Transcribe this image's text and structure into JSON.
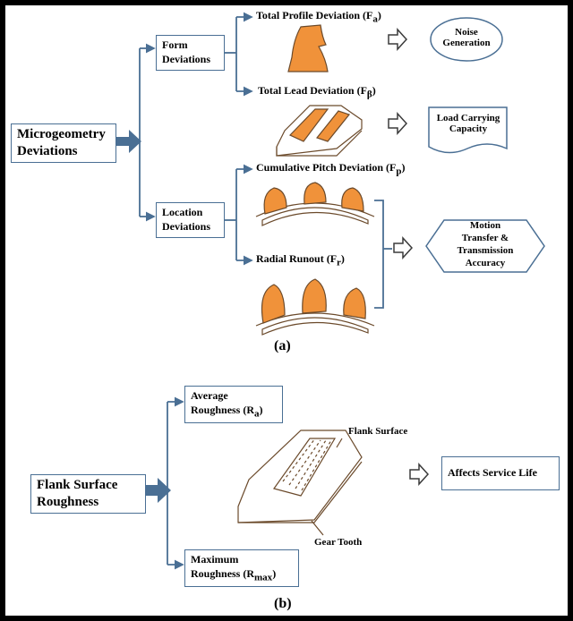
{
  "part_a": {
    "root": [
      "Microgeometry",
      "Deviations"
    ],
    "form": [
      "Form",
      "Deviations"
    ],
    "location": [
      "Location",
      "Deviations"
    ],
    "total_profile": "Total Profile Deviation (F",
    "total_profile_sub": "a",
    "total_lead": "Total Lead Deviation (F",
    "total_lead_sub": "β",
    "cumulative_pitch": "Cumulative Pitch Deviation (F",
    "cumulative_pitch_sub": "p",
    "radial_runout": "Radial Runout (F",
    "radial_runout_sub": "r",
    "close_paren": ")",
    "noise": [
      "Noise",
      "Generation"
    ],
    "load": [
      "Load Carrying",
      "Capacity"
    ],
    "motion": [
      "Motion",
      "Transfer &",
      "Transmission",
      "Accuracy"
    ],
    "caption": "(a)"
  },
  "part_b": {
    "root": [
      "Flank Surface",
      "Roughness"
    ],
    "avg": "Average",
    "avg_line2": "Roughness (R",
    "avg_sub": "a",
    "max": "Maximum",
    "max_line2": "Roughness (R",
    "max_sub": "max",
    "close_paren": ")",
    "flank_surface": "Flank Surface",
    "gear_tooth": "Gear Tooth",
    "affects": "Affects Service Life",
    "caption": "(b)"
  },
  "colors": {
    "fill": "#f0923a",
    "line": "#4a6f94",
    "arrow": "#4a6f94",
    "outline": "#6b4a2b"
  }
}
